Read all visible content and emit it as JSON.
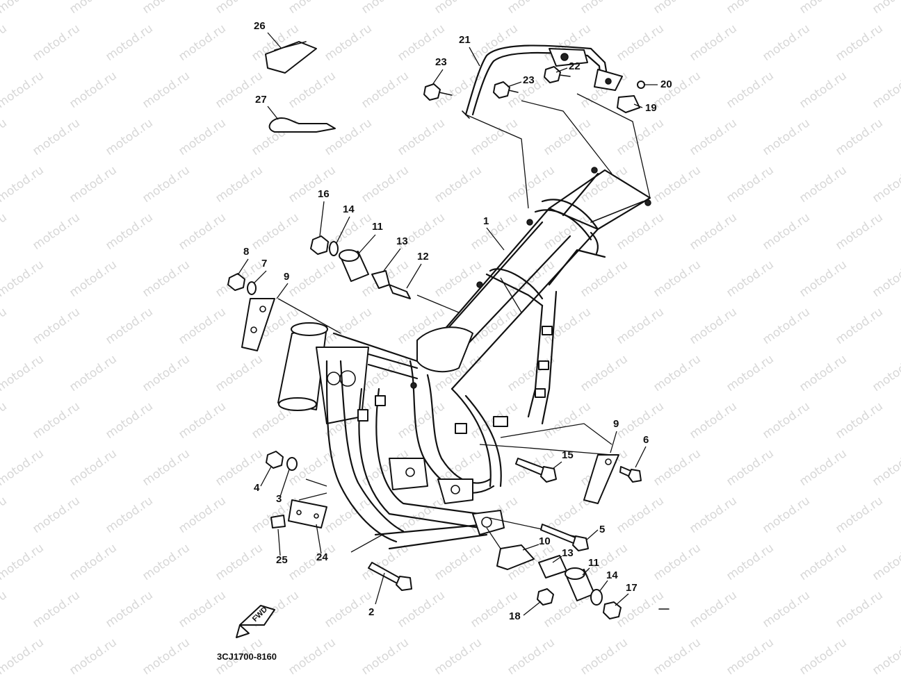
{
  "watermark": "motod.ru",
  "diagram_code": "3CJ1700-8160",
  "fwd_label": "FWD",
  "callouts": [
    {
      "id": "c1",
      "label": "1"
    },
    {
      "id": "c2",
      "label": "2"
    },
    {
      "id": "c3",
      "label": "3"
    },
    {
      "id": "c4",
      "label": "4"
    },
    {
      "id": "c5",
      "label": "5"
    },
    {
      "id": "c6",
      "label": "6"
    },
    {
      "id": "c7",
      "label": "7"
    },
    {
      "id": "c8",
      "label": "8"
    },
    {
      "id": "c9a",
      "label": "9"
    },
    {
      "id": "c9b",
      "label": "9"
    },
    {
      "id": "c10",
      "label": "10"
    },
    {
      "id": "c11a",
      "label": "11"
    },
    {
      "id": "c11b",
      "label": "11"
    },
    {
      "id": "c12",
      "label": "12"
    },
    {
      "id": "c13a",
      "label": "13"
    },
    {
      "id": "c13b",
      "label": "13"
    },
    {
      "id": "c14a",
      "label": "14"
    },
    {
      "id": "c14b",
      "label": "14"
    },
    {
      "id": "c15",
      "label": "15"
    },
    {
      "id": "c16",
      "label": "16"
    },
    {
      "id": "c17",
      "label": "17"
    },
    {
      "id": "c18",
      "label": "18"
    },
    {
      "id": "c19",
      "label": "19"
    },
    {
      "id": "c20",
      "label": "20"
    },
    {
      "id": "c21",
      "label": "21"
    },
    {
      "id": "c22",
      "label": "22"
    },
    {
      "id": "c23a",
      "label": "23"
    },
    {
      "id": "c23b",
      "label": "23"
    },
    {
      "id": "c24",
      "label": "24"
    },
    {
      "id": "c25",
      "label": "25"
    },
    {
      "id": "c26",
      "label": "26"
    },
    {
      "id": "c27",
      "label": "27"
    }
  ]
}
